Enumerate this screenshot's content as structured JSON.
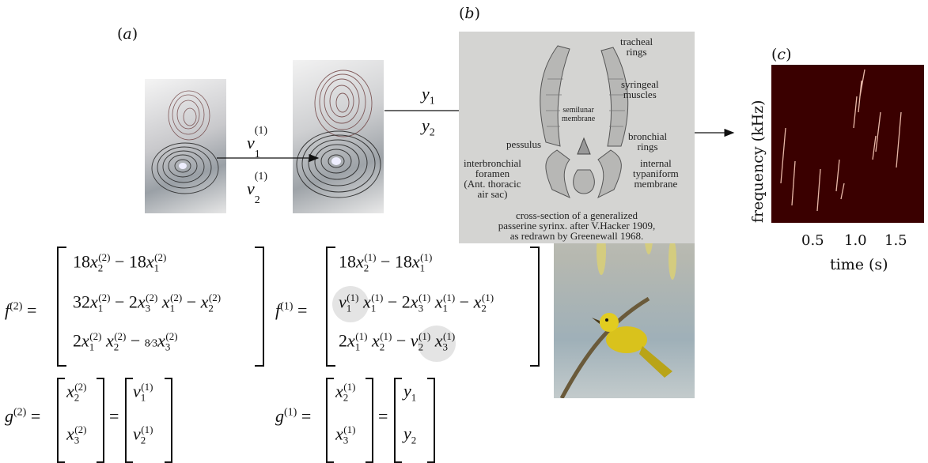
{
  "panels": {
    "a": "a",
    "b": "b",
    "c": "c"
  },
  "signals": {
    "v1": "v",
    "v2": "v",
    "v_sup": "(1)",
    "v1_sub": "1",
    "v2_sub": "2",
    "y1": "y",
    "y2": "y",
    "y1_sub": "1",
    "y2_sub": "2"
  },
  "syrinx": {
    "labels": {
      "tracheal": [
        "tracheal",
        "rings"
      ],
      "syringeal": [
        "syringeal",
        "muscles"
      ],
      "semilunar": [
        "semilunar",
        "membrane"
      ],
      "pessulus": "pessulus",
      "bronchial": [
        "bronchial",
        "rings"
      ],
      "interbronchial": [
        "interbronchial",
        "foramen",
        "(Ant. thoracic",
        "air sac)"
      ],
      "internal": [
        "internal",
        "typaniform",
        "membrane"
      ]
    },
    "caption": [
      "cross-section of a generalized",
      "passerine syrinx. after V.Hacker 1909,",
      "as redrawn by Greenewall 1968."
    ]
  },
  "spectrogram": {
    "ylabel": "frequency (kHz)",
    "xlabel": "time (s)",
    "xticks": [
      "0.5",
      "1.0",
      "1.5"
    ],
    "background": "#3a0000",
    "trace_color": "#e8b8a8"
  },
  "equations": {
    "f2_lhs": "f",
    "f2_sup": "(2)",
    "f1_lhs": "f",
    "f1_sup": "(1)",
    "g2_lhs": "g",
    "g2_sup": "(2)",
    "g1_lhs": "g",
    "g1_sup": "(1)"
  }
}
